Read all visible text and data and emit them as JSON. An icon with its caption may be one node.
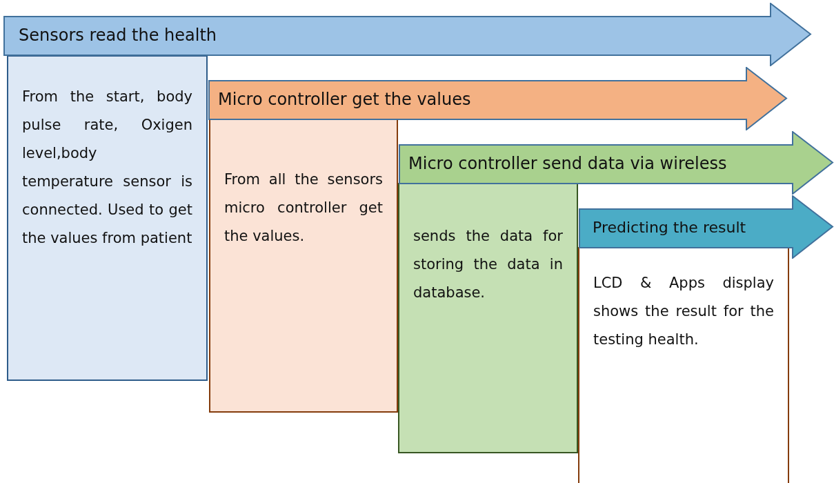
{
  "diagram": {
    "nodes": [
      {
        "text": [
          "Sensors read the health"
        ]
      },
      {
        "text": [
          "From the start, body pulse rate, Oxigen level,body temperature sensor is connected. Used to get the values from patient"
        ]
      },
      {
        "text": [
          "Micro controller get the values"
        ]
      },
      {
        "text": [
          "From all the sensors micro controller get the values."
        ]
      },
      {
        "text": [
          "Micro controller send data via wireless"
        ]
      },
      {
        "text": [
          "sends the data for storing the data in database."
        ]
      },
      {
        "text": [
          "Predicting the result"
        ]
      },
      {
        "text": [
          "LCD & Apps display shows the result for the testing health."
        ]
      }
    ],
    "edges": []
  }
}
